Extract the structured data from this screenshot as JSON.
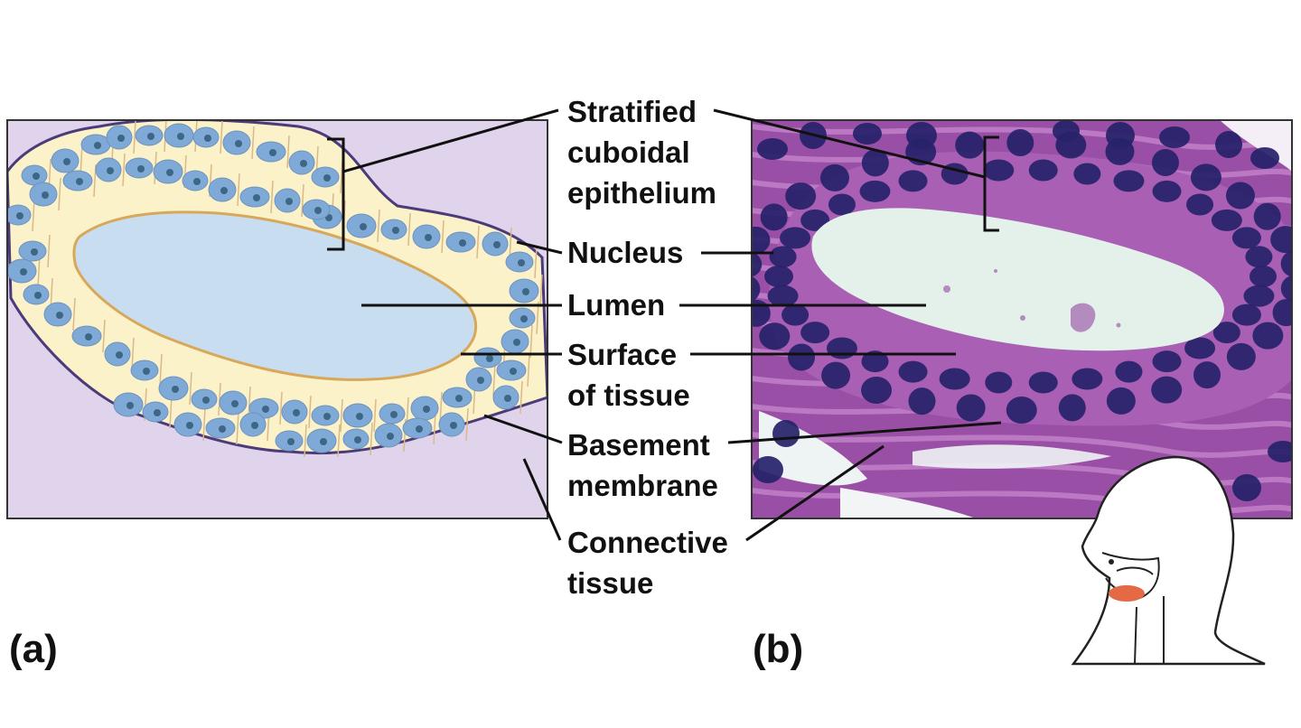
{
  "panels": [
    {
      "letter": "(a)",
      "kind": "illustration"
    },
    {
      "letter": "(b)",
      "kind": "micrograph"
    }
  ],
  "labels": [
    {
      "id": "stratified",
      "lines": [
        "Stratified",
        "cuboidal",
        "epithelium"
      ]
    },
    {
      "id": "nucleus",
      "lines": [
        "Nucleus"
      ]
    },
    {
      "id": "lumen",
      "lines": [
        "Lumen"
      ]
    },
    {
      "id": "surface",
      "lines": [
        "Surface",
        "of tissue"
      ]
    },
    {
      "id": "basement",
      "lines": [
        "Basement",
        "membrane"
      ]
    },
    {
      "id": "connective",
      "lines": [
        "Connective",
        "tissue"
      ]
    }
  ],
  "colors": {
    "connective_bg": "#e0d4ec",
    "lumen_fill": "#c9ddf1",
    "cell_fill": "#fbf2c9",
    "cell_outline": "#4b3b78",
    "nucleus_fill": "#7fa9d6",
    "nucleolus": "#3e6685",
    "micro_stroma": "#9a4fa6",
    "micro_lumen": "#e3f1ea",
    "micro_nucleus": "#27226b",
    "highlight": "#e36a45"
  },
  "icons": {
    "orientation": "head-profile-icon"
  }
}
